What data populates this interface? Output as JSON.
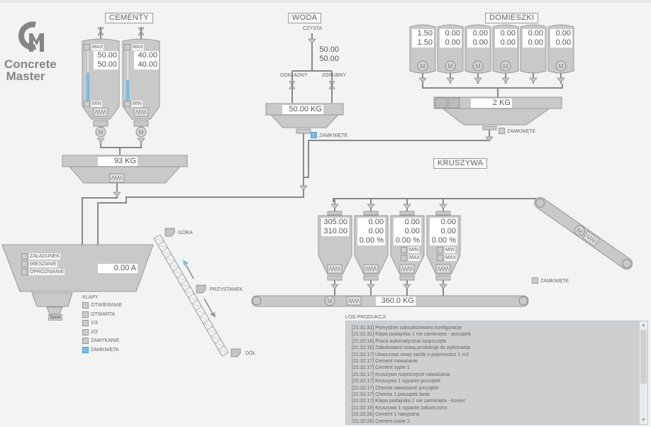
{
  "app": {
    "brand_line1": "Concrete",
    "brand_line2": "Master"
  },
  "sections": {
    "cementy": "CEMENTY",
    "woda": "WODA",
    "domieszki": "DOMIESZKI",
    "kruszywa": "KRUSZYWA"
  },
  "cement": {
    "silos": [
      {
        "max_label": "MAX",
        "min_label": "MIN",
        "target": "50.00",
        "actual": "50.00",
        "level_fraction": 0.55
      },
      {
        "max_label": "MAX",
        "min_label": "MIN",
        "target": "40.00",
        "actual": "40.00",
        "level_fraction": 0.4
      }
    ],
    "scale_weight": "93 KG"
  },
  "water": {
    "source_label": "CZYSTA",
    "target": "50.00",
    "actual": "50.00",
    "fine_label": "DOKŁADNY",
    "coarse_label": "ZGRUBNY",
    "scale_weight": "50.00 KG",
    "valve_status": "ZAMKNIĘTE",
    "valve_closed": true
  },
  "admixtures": {
    "tanks": [
      {
        "target": "1.50",
        "actual": "1.50",
        "motor": true
      },
      {
        "target": "0.00",
        "actual": "0.00",
        "motor": true
      },
      {
        "target": "0.00",
        "actual": "0.00",
        "motor": true
      },
      {
        "target": "0.00",
        "actual": "0.00",
        "motor": true
      },
      {
        "target": "0.00",
        "actual": "0.00",
        "motor": false
      },
      {
        "target": "0.00",
        "actual": "0.00",
        "motor": true
      }
    ],
    "scale_weight": "2 KG",
    "valve_status": "ZAMKNIĘTE",
    "valve_closed": false
  },
  "aggregates": {
    "bins": [
      {
        "target": "305.00",
        "actual": "310.00",
        "percent": null,
        "has_minmax": false
      },
      {
        "target": "0.00",
        "actual": "0.00",
        "percent": "0.00 %",
        "has_minmax": false
      },
      {
        "target": "0.00",
        "actual": "0.00",
        "percent": "0.00 %",
        "has_minmax": true
      },
      {
        "target": "0.00",
        "actual": "0.00",
        "percent": "0.00 %",
        "has_minmax": true
      }
    ],
    "min_label": "MIN",
    "max_label": "MAX",
    "belt_weight": "360.0 KG",
    "valve_status": "ZAMKNIĘTE"
  },
  "mixer": {
    "states": [
      "ZAŁADUNEK",
      "MIESZANIE",
      "OPRÓŻNIANIE"
    ],
    "current": "0.00 A",
    "discharge_label": "Spust",
    "flaps_title": "KLAPY",
    "flaps": [
      {
        "label": "OTWIERANIE",
        "active": false
      },
      {
        "label": "OTWARTA",
        "active": false
      },
      {
        "label": "1/3",
        "active": false
      },
      {
        "label": "2/3",
        "active": false
      },
      {
        "label": "ZAMYKANIE",
        "active": false
      },
      {
        "label": "ZAMKNIĘTA",
        "active": true
      }
    ]
  },
  "skip": {
    "top_label": "GÓRA",
    "stop_label": "PRZYSTANEK",
    "bottom_label": "DÓŁ"
  },
  "log": {
    "title": "LOG PRODUKCJI",
    "entries": [
      "[21:31:31] Pomyślnie zaktualizowano konfigurację",
      "[21:31:31] Klapa podajnika 1 nie zamknięta - początek",
      "[21:32:16] Praca automatyczna rozpoczęta",
      "[21:32:16] Załadowano nową produkcję do wykonania",
      "[21:32:17] Utworzono nowy zarób o pojemności 1 m3",
      "[21:32:17] Cement naważanie",
      "[21:32:17] Cement sypie 1",
      "[21:32:17] Kruszywo rozpoczęcie naważania",
      "[21:32:17] Kruszywo 1 sypanie początek",
      "[21:32:17] Chemia naważanie początek",
      "[21:32:17] Chemia 1 początek lania",
      "[21:32:17] Klapa podajnika 1 nie zamknięta - koniec",
      "[21:32:19] Kruszywo 1 sypanie zakończono",
      "[21:32:26] Cement 1 nasypano",
      "[21:32:26] Cement sypie 2"
    ]
  }
}
